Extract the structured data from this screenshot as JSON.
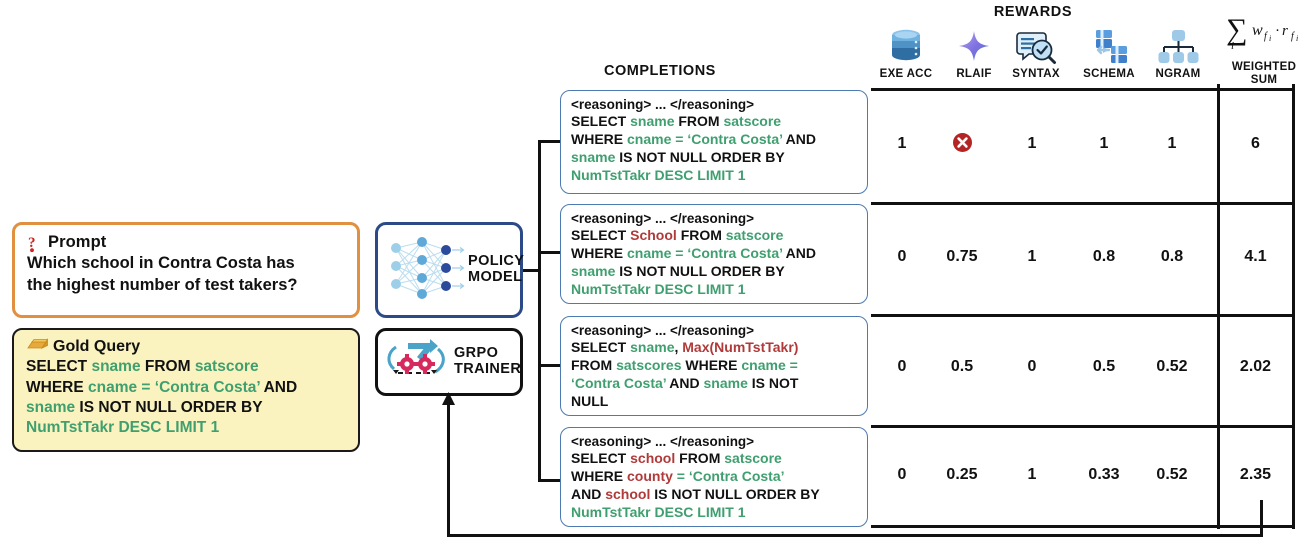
{
  "prompt": {
    "icon": "question-mark-icon",
    "title": "Prompt",
    "line1": "Which school in Contra Costa has",
    "line2": "the highest number of test takers?"
  },
  "gold_query": {
    "icon": "gold-bar-icon",
    "title": "Gold Query",
    "lines": [
      [
        {
          "t": "SELECT ",
          "c": "kw"
        },
        {
          "t": "sname ",
          "c": "green"
        },
        {
          "t": "FROM ",
          "c": "kw"
        },
        {
          "t": "satscore",
          "c": "green"
        }
      ],
      [
        {
          "t": "WHERE ",
          "c": "kw"
        },
        {
          "t": "cname = ‘Contra Costa’ ",
          "c": "green"
        },
        {
          "t": "AND",
          "c": "kw"
        }
      ],
      [
        {
          "t": "sname ",
          "c": "green"
        },
        {
          "t": "IS NOT NULL ORDER BY",
          "c": "kw"
        }
      ],
      [
        {
          "t": "NumTstTakr DESC LIMIT 1",
          "c": "green"
        }
      ]
    ]
  },
  "policy_model": {
    "label_line1": "POLICY",
    "label_line2": "MODEL",
    "icon": "neural-network-icon"
  },
  "grpo_trainer": {
    "label_line1": "GRPO",
    "label_line2": "TRAINER",
    "icon": "gears-cycle-icon"
  },
  "completions": {
    "title": "COMPLETIONS",
    "items": [
      {
        "reasoning_tag": "<reasoning> ... </reasoning>",
        "lines": [
          [
            {
              "t": "SELECT ",
              "c": "kw"
            },
            {
              "t": "sname ",
              "c": "green"
            },
            {
              "t": "FROM ",
              "c": "kw"
            },
            {
              "t": "satscore",
              "c": "green"
            }
          ],
          [
            {
              "t": "WHERE ",
              "c": "kw"
            },
            {
              "t": "cname = ‘Contra Costa’ ",
              "c": "green"
            },
            {
              "t": "AND",
              "c": "kw"
            }
          ],
          [
            {
              "t": "sname ",
              "c": "green"
            },
            {
              "t": "IS NOT NULL ORDER BY",
              "c": "kw"
            }
          ],
          [
            {
              "t": "NumTstTakr DESC LIMIT 1",
              "c": "green"
            }
          ]
        ]
      },
      {
        "reasoning_tag": "<reasoning> ... </reasoning>",
        "lines": [
          [
            {
              "t": "SELECT ",
              "c": "kw"
            },
            {
              "t": "School ",
              "c": "red"
            },
            {
              "t": "FROM ",
              "c": "kw"
            },
            {
              "t": "satscore",
              "c": "green"
            }
          ],
          [
            {
              "t": "WHERE ",
              "c": "kw"
            },
            {
              "t": "cname = ‘Contra Costa’ ",
              "c": "green"
            },
            {
              "t": "AND",
              "c": "kw"
            }
          ],
          [
            {
              "t": "sname ",
              "c": "green"
            },
            {
              "t": "IS NOT NULL ORDER BY",
              "c": "kw"
            }
          ],
          [
            {
              "t": "NumTstTakr DESC LIMIT 1",
              "c": "green"
            }
          ]
        ]
      },
      {
        "reasoning_tag": "<reasoning> ... </reasoning>",
        "lines": [
          [
            {
              "t": "SELECT ",
              "c": "kw"
            },
            {
              "t": "sname",
              "c": "green"
            },
            {
              "t": ", ",
              "c": "kw"
            },
            {
              "t": "Max(NumTstTakr)",
              "c": "red"
            }
          ],
          [
            {
              "t": "FROM ",
              "c": "kw"
            },
            {
              "t": "satscores ",
              "c": "green"
            },
            {
              "t": "WHERE ",
              "c": "kw"
            },
            {
              "t": "cname =",
              "c": "green"
            }
          ],
          [
            {
              "t": "‘Contra Costa’ ",
              "c": "green"
            },
            {
              "t": "AND ",
              "c": "kw"
            },
            {
              "t": "sname ",
              "c": "green"
            },
            {
              "t": "IS NOT",
              "c": "kw"
            }
          ],
          [
            {
              "t": "NULL",
              "c": "kw"
            }
          ]
        ]
      },
      {
        "reasoning_tag": "<reasoning> ... </reasoning>",
        "lines": [
          [
            {
              "t": "SELECT ",
              "c": "kw"
            },
            {
              "t": "school ",
              "c": "red"
            },
            {
              "t": "FROM ",
              "c": "kw"
            },
            {
              "t": "satscore",
              "c": "green"
            }
          ],
          [
            {
              "t": "WHERE ",
              "c": "kw"
            },
            {
              "t": "county ",
              "c": "red"
            },
            {
              "t": "= ‘Contra Costa’",
              "c": "green"
            }
          ],
          [
            {
              "t": "AND ",
              "c": "kw"
            },
            {
              "t": "school ",
              "c": "red"
            },
            {
              "t": "IS NOT NULL ORDER BY",
              "c": "kw"
            }
          ],
          [
            {
              "t": "NumTstTakr DESC LIMIT 1",
              "c": "green"
            }
          ]
        ]
      }
    ]
  },
  "rewards": {
    "title": "REWARDS",
    "columns": [
      {
        "name": "EXE ACC",
        "icon": "database-icon"
      },
      {
        "name": "RLAIF",
        "icon": "sparkle-star-icon"
      },
      {
        "name": "SYNTAX",
        "icon": "document-magnifier-check-icon"
      },
      {
        "name": "SCHEMA",
        "icon": "schema-blocks-icon"
      },
      {
        "name": "NGRAM",
        "icon": "tree-hierarchy-icon"
      }
    ],
    "weighted_sum": {
      "formula": "∑ w_fi · r_fi",
      "label_line1": "WEIGHTED",
      "label_line2": "SUM"
    }
  },
  "chart_data": {
    "type": "table",
    "title": "REWARDS",
    "columns": [
      "EXE ACC",
      "RLAIF",
      "SYNTAX",
      "SCHEMA",
      "NGRAM",
      "WEIGHTED SUM"
    ],
    "rows": [
      {
        "cells": [
          "1",
          "✖",
          "1",
          "1",
          "1"
        ],
        "rlaif_is_error_icon": true,
        "weighted_sum": "6"
      },
      {
        "cells": [
          "0",
          "0.75",
          "1",
          "0.8",
          "0.8"
        ],
        "rlaif_is_error_icon": false,
        "weighted_sum": "4.1"
      },
      {
        "cells": [
          "0",
          "0.5",
          "0",
          "0.5",
          "0.52"
        ],
        "rlaif_is_error_icon": false,
        "weighted_sum": "2.02"
      },
      {
        "cells": [
          "0",
          "0.25",
          "1",
          "0.33",
          "0.52"
        ],
        "rlaif_is_error_icon": false,
        "weighted_sum": "2.35"
      }
    ]
  },
  "colors": {
    "prompt_border": "#e0903f",
    "gold_fill": "#fbf3bf",
    "policy_border": "#2b4a86",
    "grpo_border": "#111111",
    "completion_border": "#4d7ab0",
    "sql_keyword": "#111111",
    "sql_correct": "#3f9f6f",
    "sql_error": "#b03a3a",
    "error_badge": "#b32424",
    "table_rule": "#111111"
  }
}
